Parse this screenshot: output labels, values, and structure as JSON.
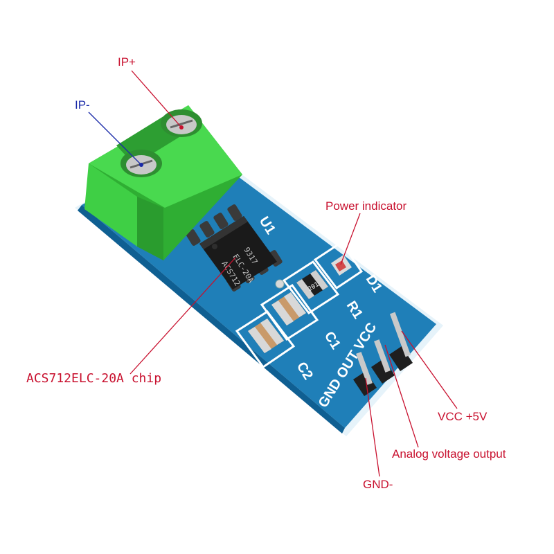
{
  "colors": {
    "pcb": "#1f7fb8",
    "pcb_edge": "#cfe7f4",
    "terminal": "#3cc43c",
    "chip": "#1c1c1c",
    "pins": "#2b2b2b",
    "label_red": "#c8102e",
    "label_blue": "#1a2aa8"
  },
  "labels": {
    "ip_plus": "IP+",
    "ip_minus": "IP-",
    "power_indicator": "Power indicator",
    "chip": "ACS712ELC-20A chip",
    "vcc": "VCC +5V",
    "analog_out": "Analog voltage output",
    "gnd": "GND-"
  },
  "silkscreen": {
    "u1": "U1",
    "d1": "D1",
    "r1": "R1",
    "c1": "C1",
    "c2": "C2",
    "pins": "GND OUT VCC",
    "chip_line1": "ACS712",
    "chip_line2": "ELC-20A",
    "chip_line3": "9317",
    "resistor": "201"
  }
}
